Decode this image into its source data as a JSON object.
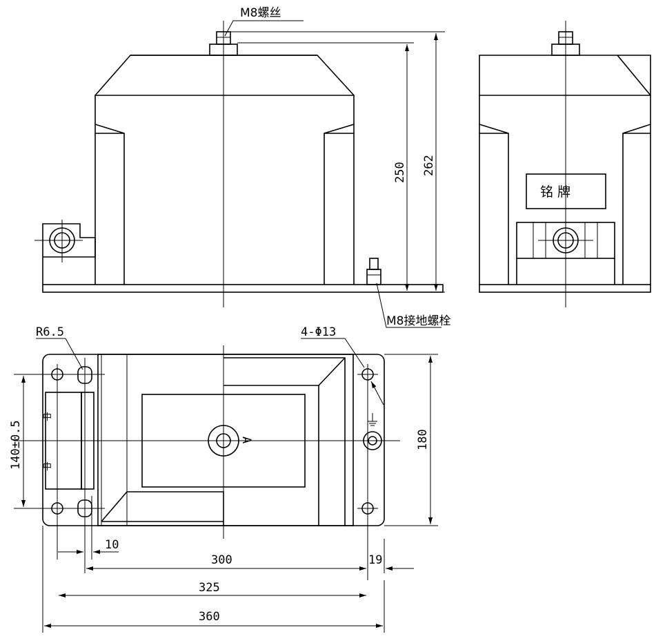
{
  "labels": {
    "m8_screw": "M8螺丝",
    "m8_ground_bolt": "M8接地螺栓",
    "nameplate": "铭    牌",
    "terminal_a": "A"
  },
  "dimensions": {
    "height_250": "250",
    "height_262": "262",
    "radius": "R6.5",
    "holes": "4-Φ13",
    "spacing_140": "140±0.5",
    "depth_180": "180",
    "offset_10": "10",
    "offset_19": "19",
    "width_300": "300",
    "width_325": "325",
    "width_360": "360"
  },
  "colors": {
    "line": "#000000",
    "background": "#ffffff"
  },
  "icons": [
    "ground-symbol-icon"
  ]
}
